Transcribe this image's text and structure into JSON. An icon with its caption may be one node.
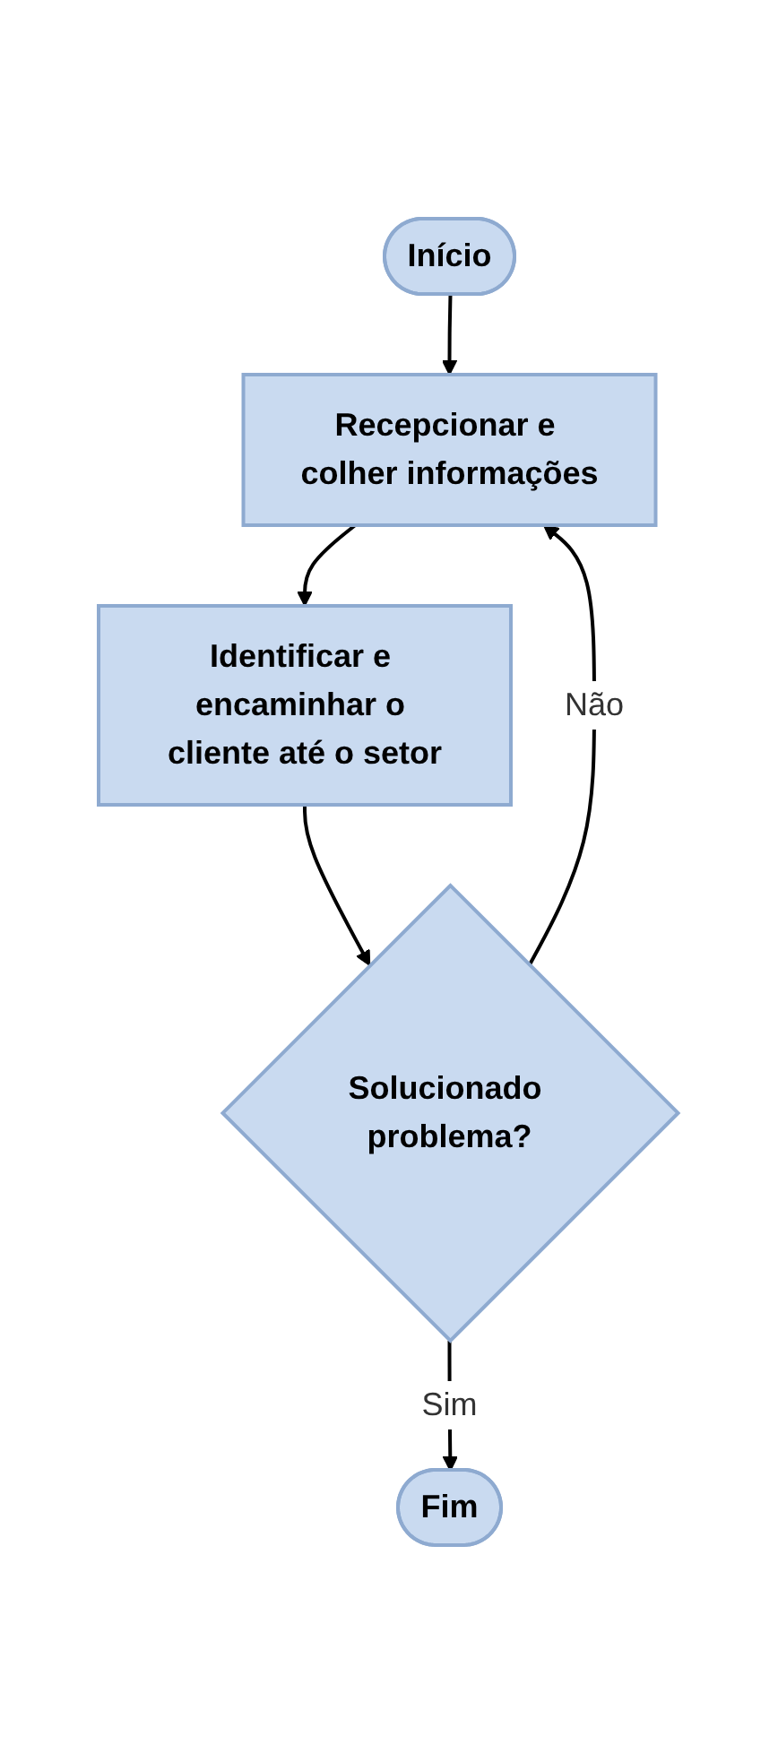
{
  "diagram": {
    "nodes": [
      {
        "text": [
          "Início"
        ]
      },
      {
        "text": [
          "Recepcionar e colher informações"
        ]
      },
      {
        "text": [
          "Identificar e encaminhar o cliente até o setor"
        ]
      },
      {
        "text": [
          "Solucionado problema?"
        ]
      },
      {
        "text": [
          "Fim"
        ]
      }
    ],
    "edges": [
      {
        "from": 0,
        "to": 1,
        "arrow": "to"
      },
      {
        "from": 1,
        "to": 2,
        "arrow": "to"
      },
      {
        "from": 2,
        "to": 3,
        "arrow": "to"
      },
      {
        "from": 3,
        "to": 1,
        "arrow": "to",
        "label": "Não"
      },
      {
        "from": 3,
        "to": 4,
        "arrow": "to",
        "label": "Sim"
      }
    ]
  }
}
